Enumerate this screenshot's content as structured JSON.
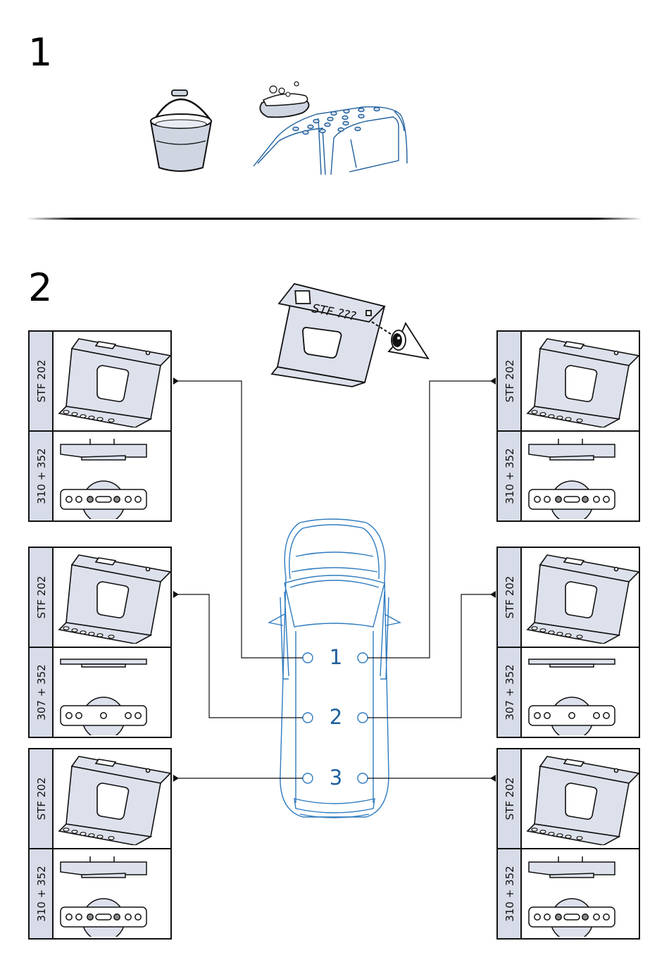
{
  "steps": [
    {
      "number": "1"
    },
    {
      "number": "2"
    }
  ],
  "sticker": {
    "text": "STF ???"
  },
  "positions": [
    "1",
    "2",
    "3"
  ],
  "cards": [
    {
      "id": "left-1",
      "bracket_code": "STF 202",
      "parts_code": "310 + 352",
      "parts_variant": "310"
    },
    {
      "id": "left-2",
      "bracket_code": "STF 202",
      "parts_code": "307 + 352",
      "parts_variant": "307"
    },
    {
      "id": "left-3",
      "bracket_code": "STF 202",
      "parts_code": "310 + 352",
      "parts_variant": "310"
    },
    {
      "id": "right-1",
      "bracket_code": "STF 202",
      "parts_code": "310 + 352",
      "parts_variant": "310"
    },
    {
      "id": "right-2",
      "bracket_code": "STF 202",
      "parts_code": "307 + 352",
      "parts_variant": "307"
    },
    {
      "id": "right-3",
      "bracket_code": "STF 202",
      "parts_code": "310 + 352",
      "parts_variant": "310"
    }
  ],
  "colors": {
    "part_fill": "#dde1ec",
    "label_fill": "#d7dce8",
    "car_line": "#2f7bbf",
    "position_text": "#1f5f9c",
    "bucket_fill": "#cfd6e2"
  },
  "icons": [
    "bucket-icon",
    "sponge-icon",
    "car-roof-icon",
    "eye-icon",
    "sticker-bracket-icon",
    "car-topview-icon"
  ]
}
